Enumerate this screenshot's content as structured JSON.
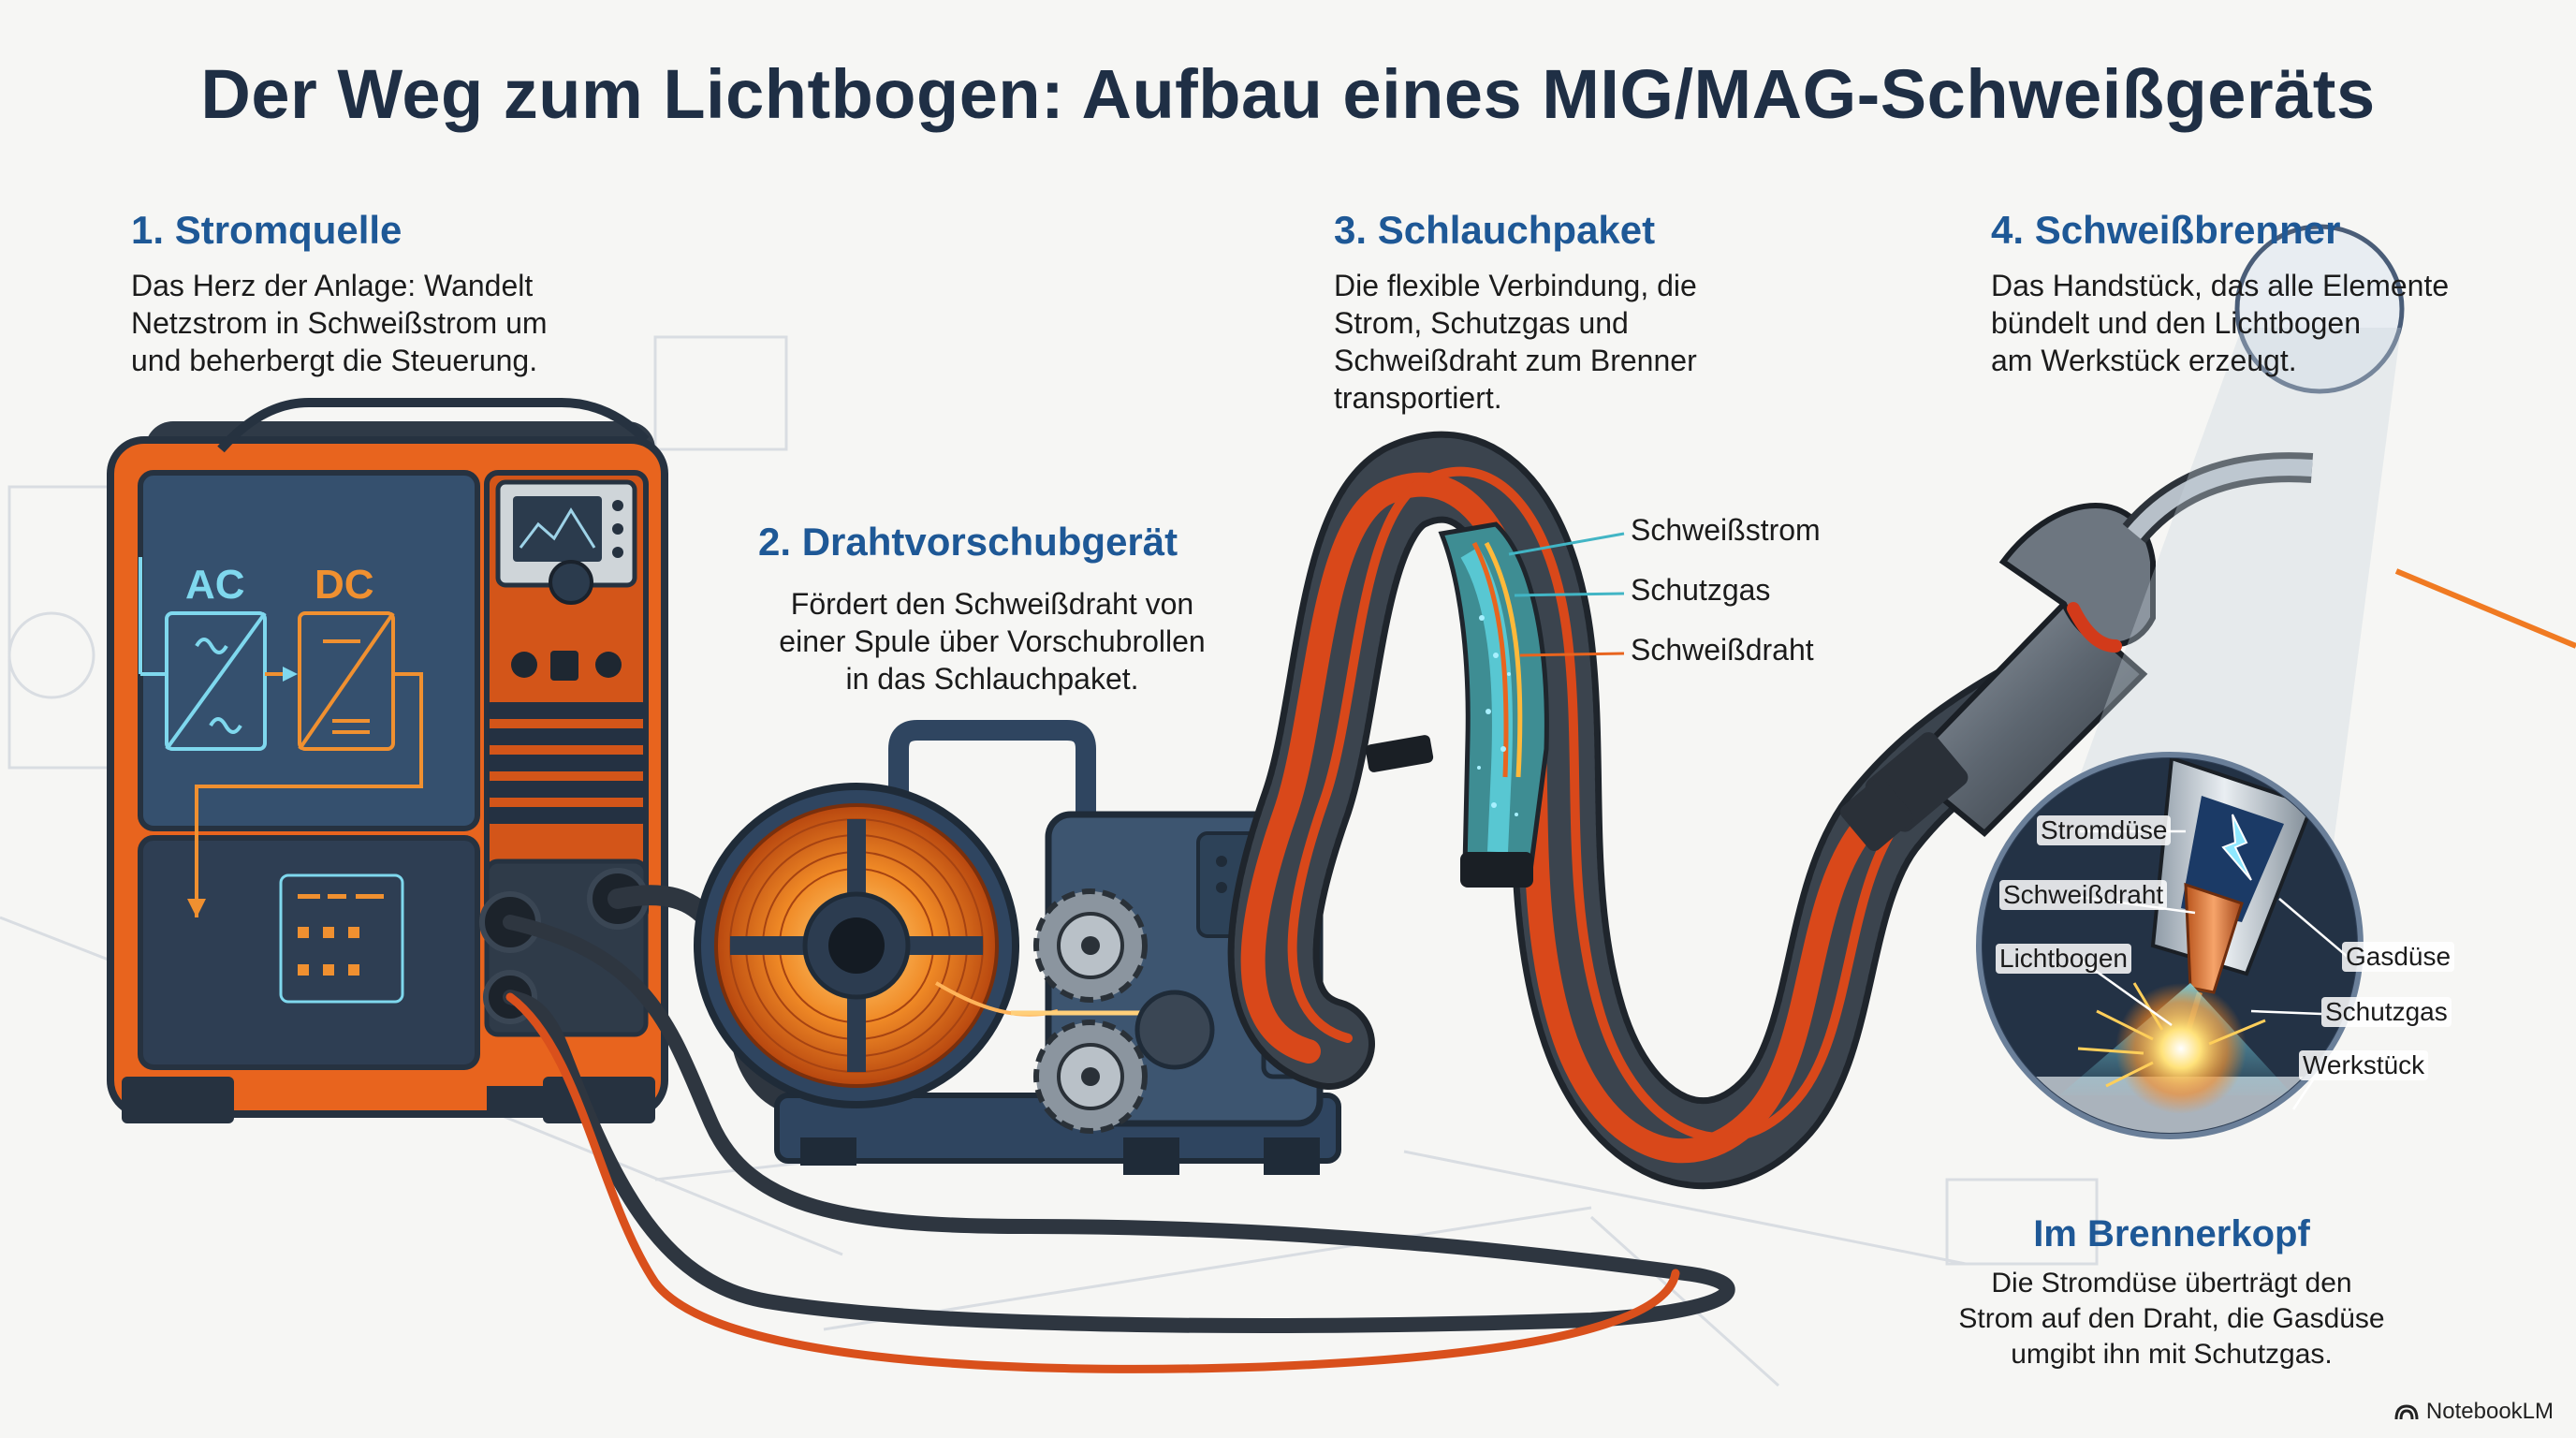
{
  "title": "Der Weg zum Lichtbogen: Aufbau eines MIG/MAG-Schweißgeräts",
  "sections": [
    {
      "heading": "1. Stromquelle",
      "lines": [
        "Das Herz der Anlage: Wandelt",
        "Netzstrom in Schweißstrom um",
        "und beherbergt die Steuerung."
      ]
    },
    {
      "heading": "2. Drahtvorschubgerät",
      "lines": [
        "Fördert den Schweißdraht von",
        "einer Spule über Vorschubrollen",
        "in das Schlauchpaket."
      ]
    },
    {
      "heading": "3. Schlauchpaket",
      "lines": [
        "Die flexible Verbindung, die",
        "Strom, Schutzgas und",
        "Schweißdraht zum Brenner",
        "transportiert."
      ]
    },
    {
      "heading": "4. Schweißbrenner",
      "lines": [
        "Das Handstück, das alle Elemente",
        "bündelt und den Lichtbogen",
        "am Werkstück erzeugt."
      ]
    }
  ],
  "panel": {
    "ac": "AC",
    "dc": "DC"
  },
  "hose_labels": [
    "Schweißstrom",
    "Schutzgas",
    "Schweißdraht"
  ],
  "detail_labels": {
    "stromduese": "Stromdüse",
    "schweissdraht": "Schweißdraht",
    "lichtbogen": "Lichtbogen",
    "gasduese": "Gasdüse",
    "schutzgas": "Schutzgas",
    "werkstueck": "Werkstück"
  },
  "detail": {
    "heading": "Im Brennerkopf",
    "lines": [
      "Die Stromdüse überträgt den",
      "Strom auf den Draht, die Gasdüse",
      "umgibt ihn mit Schutzgas."
    ]
  },
  "brand": "NotebookLM",
  "colors": {
    "heading": "#1e5896",
    "title": "#1f2f45",
    "orange": "#e8641e",
    "steel": "#3d5570"
  }
}
